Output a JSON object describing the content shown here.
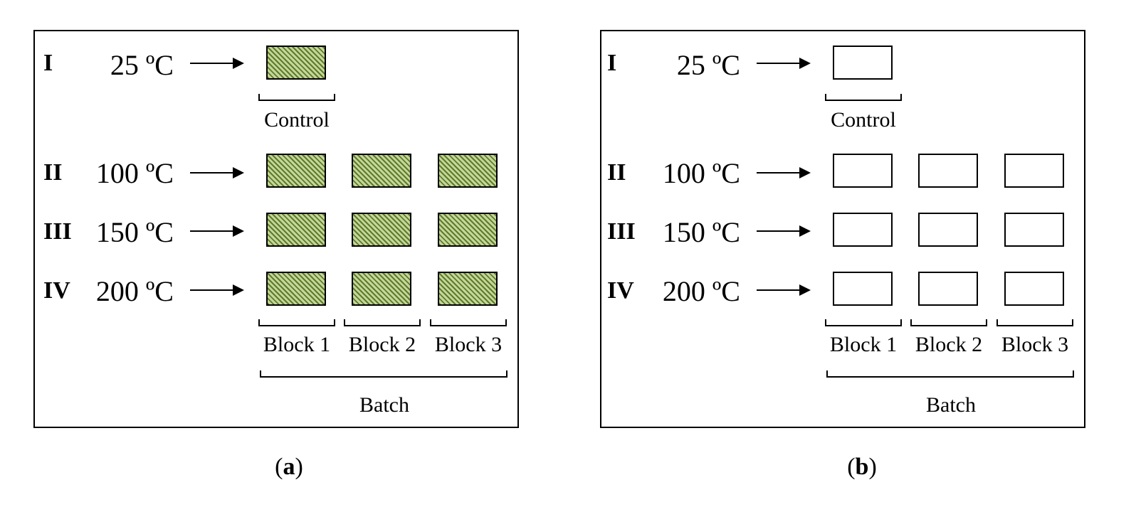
{
  "panels": [
    {
      "id": "a",
      "caption_letter": "a",
      "fill": "hatched",
      "fill_colors": {
        "base": "#c3d79a",
        "hatch": "#5f7a2a"
      },
      "rows": [
        {
          "roman": "I",
          "temp": "25 ºC",
          "blocks": 1
        },
        {
          "roman": "II",
          "temp": "100 ºC",
          "blocks": 3
        },
        {
          "roman": "III",
          "temp": "150 ºC",
          "blocks": 3
        },
        {
          "roman": "IV",
          "temp": "200 ºC",
          "blocks": 3
        }
      ],
      "control_label": "Control",
      "block_labels": [
        "Block 1",
        "Block 2",
        "Block 3"
      ],
      "batch_label": "Batch"
    },
    {
      "id": "b",
      "caption_letter": "b",
      "fill": "plain",
      "fill_colors": {
        "base": "#ffffff"
      },
      "rows": [
        {
          "roman": "I",
          "temp": "25 ºC",
          "blocks": 1
        },
        {
          "roman": "II",
          "temp": "100 ºC",
          "blocks": 3
        },
        {
          "roman": "III",
          "temp": "150 ºC",
          "blocks": 3
        },
        {
          "roman": "IV",
          "temp": "200 ºC",
          "blocks": 3
        }
      ],
      "control_label": "Control",
      "block_labels": [
        "Block 1",
        "Block 2",
        "Block 3"
      ],
      "batch_label": "Batch"
    }
  ]
}
